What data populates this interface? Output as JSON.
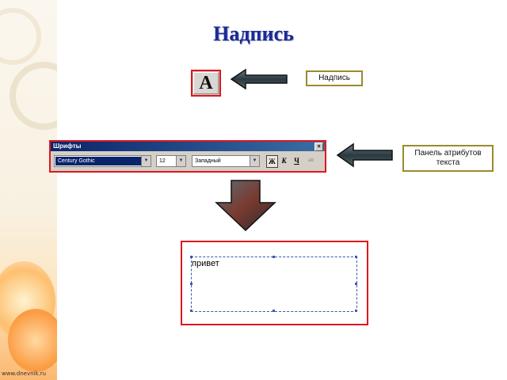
{
  "slide": {
    "title": "Надпись"
  },
  "tool": {
    "glyph": "A"
  },
  "callouts": {
    "tool_label": "Надпись",
    "toolbar_label": "Панель атрибутов текста"
  },
  "fonts_toolbar": {
    "title": "Шрифты",
    "close": "×",
    "font_name": "Century Gothic",
    "font_size": "12",
    "style": "Западный",
    "bold": "Ж",
    "italic": "К",
    "underline": "Ч",
    "extra": "ab"
  },
  "result": {
    "text": "привет"
  },
  "footer": {
    "url": "www.dnevnik.ru"
  },
  "colors": {
    "highlight_border": "#e0161d",
    "title": "#1b2a94",
    "callout_border": "#9b8a2c"
  }
}
